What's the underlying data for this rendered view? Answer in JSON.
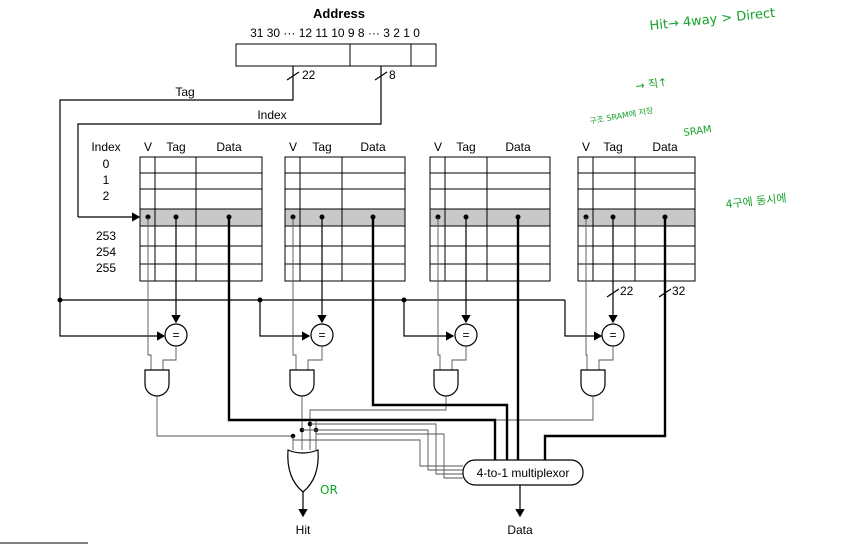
{
  "diagram": {
    "address": {
      "title": "Address",
      "bits": "31 30 ··· 12 11 10 9 8 ··· 3 2 1 0",
      "tag_width": "22",
      "index_width": "8"
    },
    "labels": {
      "tag": "Tag",
      "index": "Index",
      "data": "Data",
      "hit": "Hit",
      "mux": "4-to-1 multiplexor",
      "col_v": "V",
      "col_tag": "Tag",
      "col_data": "Data",
      "col_index": "Index"
    },
    "index_values": [
      "0",
      "1",
      "2",
      "253",
      "254",
      "255"
    ],
    "widths": {
      "tag": "22",
      "data": "32"
    },
    "comparator_symbol": "=",
    "handwritten": {
      "top_right": "Hit→ 4way > Direct",
      "note_arrow": "→ 직↑",
      "note_sram": "구조 SRAM에 저장",
      "sram": "SRAM",
      "side_note": "4구에 동시에",
      "or_note": "OR"
    },
    "colors": {
      "line": "#000000",
      "highlight_row": "#c8c8c8",
      "annotation": "#15a32a"
    }
  }
}
